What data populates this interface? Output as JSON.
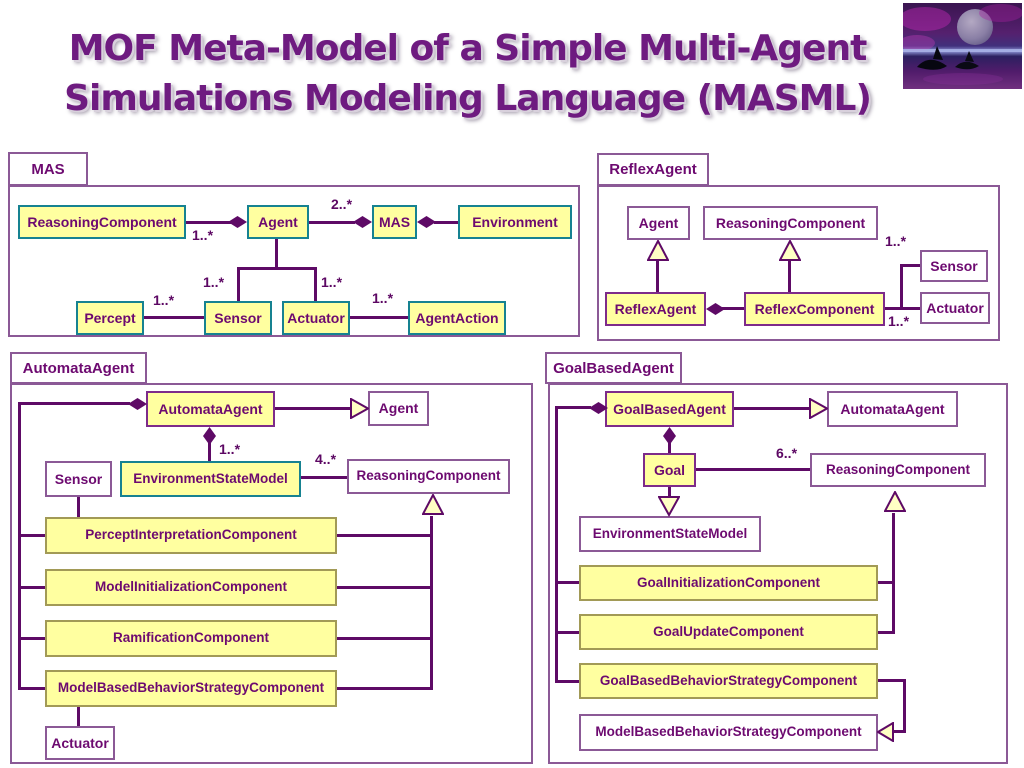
{
  "title": {
    "line1": "MOF Meta-Model of a Simple Multi-Agent",
    "line2": "Simulations Modeling Language (MASML)"
  },
  "colors": {
    "line": "#5e0a66",
    "box_fill_yellow": "#ffffa0",
    "border_teal": "#168291",
    "border_purple": "#7d2b8a",
    "border_olive": "#a29a56",
    "box_text": "#6d0a70",
    "title_text": "#6e1b80",
    "triangle_fill": "#ffffc4"
  },
  "corner_image": {
    "alt": "purple fantasy scene: two orcas in water under a large planet"
  },
  "panels": {
    "mas": {
      "tab": "MAS",
      "boxes": {
        "reasoning": "ReasoningComponent",
        "agent": "Agent",
        "mas": "MAS",
        "environment": "Environment",
        "percept": "Percept",
        "sensor": "Sensor",
        "actuator": "Actuator",
        "agentaction": "AgentAction"
      },
      "multiplicities": {
        "reasoning_agent": "1..*",
        "agent_mas": "2..*",
        "agent_sensor": "1..*",
        "agent_actuator": "1..*",
        "percept_sensor": "1..*",
        "actuator_agentaction": "1..*"
      }
    },
    "reflex": {
      "tab": "ReflexAgent",
      "boxes": {
        "agent": "Agent",
        "reasoning": "ReasoningComponent",
        "reflexagent": "ReflexAgent",
        "reflexcomponent": "ReflexComponent",
        "sensor": "Sensor",
        "actuator": "Actuator"
      },
      "multiplicities": {
        "sensor": "1..*",
        "actuator": "1..*"
      }
    },
    "automata": {
      "tab": "AutomataAgent",
      "boxes": {
        "automataagent": "AutomataAgent",
        "agent": "Agent",
        "sensor": "Sensor",
        "esm": "EnvironmentStateModel",
        "reasoning": "ReasoningComponent",
        "percept_interpretation": "PerceptInterpretationComponent",
        "model_initialization": "ModelInitializationComponent",
        "ramification": "RamificationComponent",
        "model_based_behavior": "ModelBasedBehaviorStrategyComponent",
        "actuator": "Actuator"
      },
      "multiplicities": {
        "esm": "1..*",
        "reasoning": "4..*"
      }
    },
    "goal": {
      "tab": "GoalBasedAgent",
      "boxes": {
        "goalbasedagent": "GoalBasedAgent",
        "automataagent": "AutomataAgent",
        "goal": "Goal",
        "reasoning": "ReasoningComponent",
        "esm": "EnvironmentStateModel",
        "goal_initialization": "GoalInitializationComponent",
        "goal_update": "GoalUpdateComponent",
        "goal_based_behavior": "GoalBasedBehaviorStrategyComponent",
        "model_based_behavior": "ModelBasedBehaviorStrategyComponent"
      },
      "multiplicities": {
        "reasoning": "6..*"
      }
    }
  }
}
